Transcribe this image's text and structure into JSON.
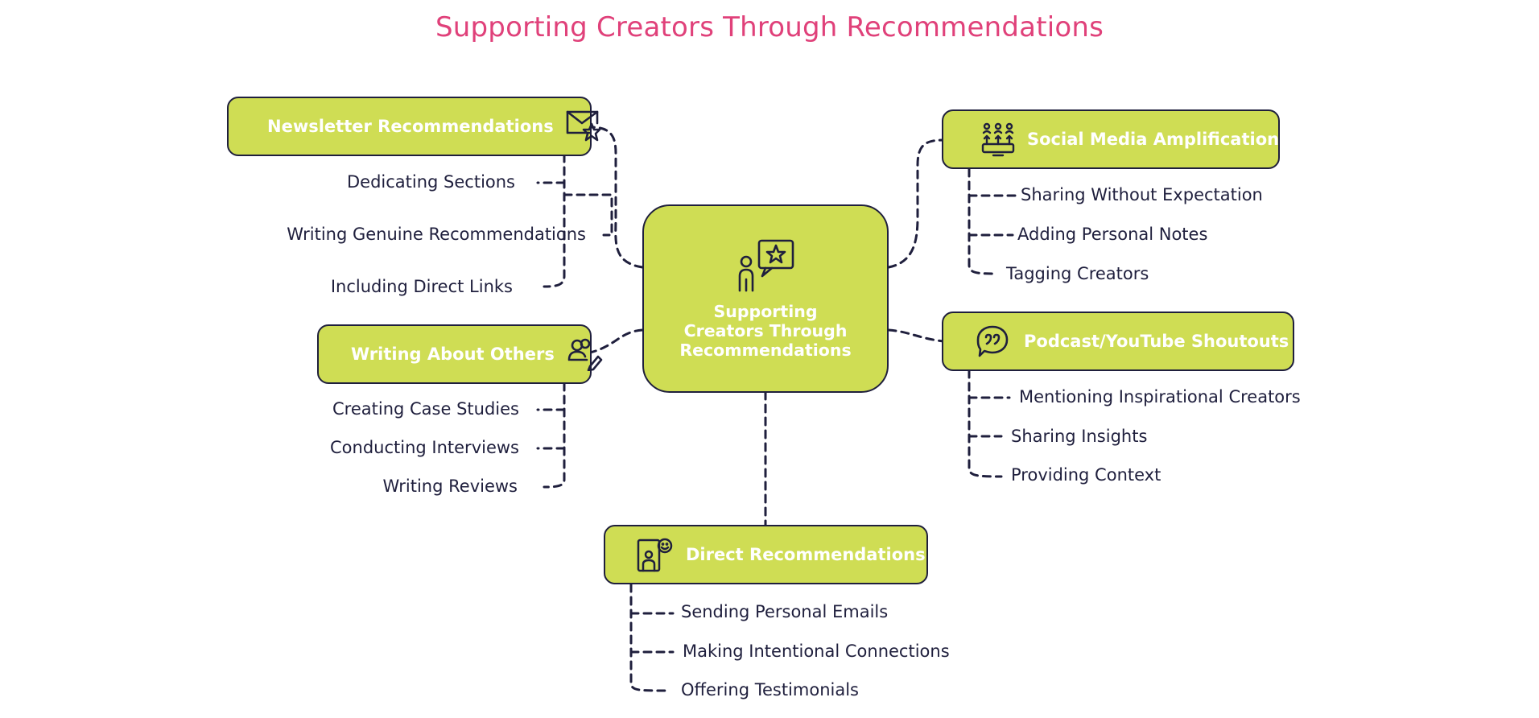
{
  "title": "Supporting Creators Through Recommendations",
  "colors": {
    "title": "#e0417a",
    "node_fill": "#cfdd54",
    "node_border": "#1f1f3d",
    "node_text": "#ffffff",
    "leaf_text": "#1f1f3d",
    "connector": "#1f1f3d"
  },
  "center": {
    "label": "Supporting Creators Through Recommendations",
    "icon": "person-star-speech-icon"
  },
  "branches": [
    {
      "id": "newsletter",
      "label": "Newsletter Recommendations",
      "icon": "mail-star-icon",
      "children": [
        "Dedicating Sections",
        "Writing Genuine Recommendations",
        "Including Direct Links"
      ]
    },
    {
      "id": "writing",
      "label": "Writing About Others",
      "icon": "people-pen-icon",
      "children": [
        "Creating Case Studies",
        "Conducting Interviews",
        "Writing Reviews"
      ]
    },
    {
      "id": "social",
      "label": "Social Media Amplification",
      "icon": "audience-broadcast-icon",
      "children": [
        "Sharing Without Expectation",
        "Adding Personal Notes",
        "Tagging Creators"
      ]
    },
    {
      "id": "podcast",
      "label": "Podcast/YouTube Shoutouts",
      "icon": "quote-bubble-icon",
      "children": [
        "Mentioning Inspirational Creators",
        "Sharing Insights",
        "Providing Context"
      ]
    },
    {
      "id": "direct",
      "label": "Direct Recommendations",
      "icon": "person-smile-board-icon",
      "children": [
        "Sending Personal Emails",
        "Making Intentional Connections",
        "Offering Testimonials"
      ]
    }
  ]
}
